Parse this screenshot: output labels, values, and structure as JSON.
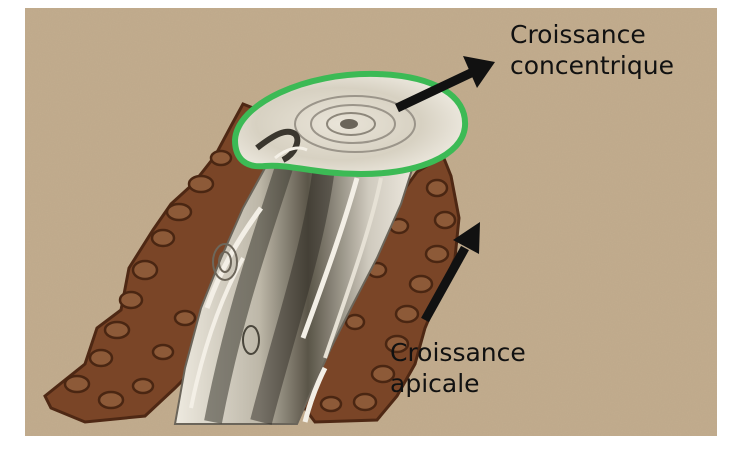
{
  "labels": {
    "top": [
      "Croissance",
      "concentrique"
    ],
    "bottom": [
      "Croissance",
      "apicale"
    ]
  },
  "colors": {
    "background": "#c3ad8e",
    "bark": "#7a4527",
    "bark_dark": "#4e2814",
    "wood_light": "#ece7dc",
    "wood_dark": "#4d4a42",
    "cambium_ring": "#3cba55",
    "arrow": "#111111"
  },
  "icons": [
    "arrow-up-right-icon",
    "arrow-up-right-icon"
  ]
}
